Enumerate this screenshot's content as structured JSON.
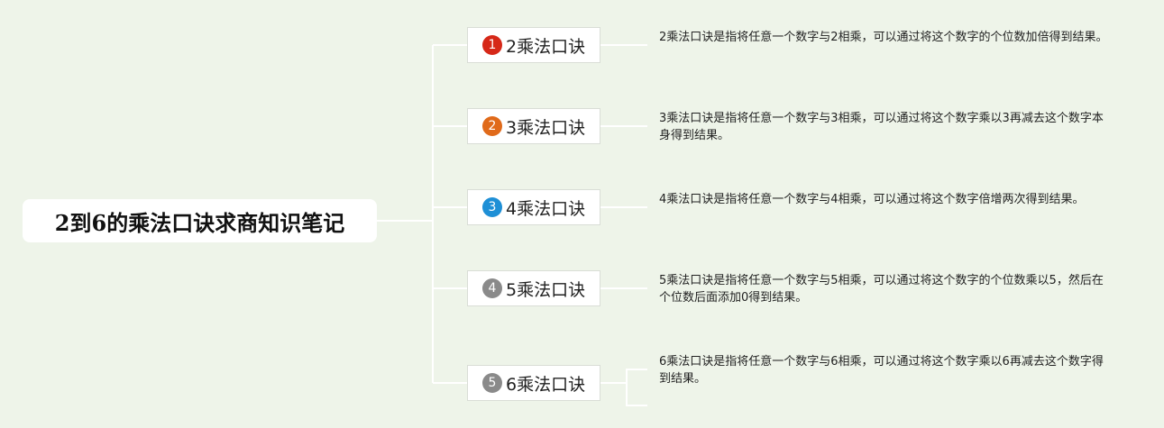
{
  "root": {
    "title": "2到6的乘法口诀求商知识笔记"
  },
  "branches": [
    {
      "number": "1",
      "label": "2乘法口诀",
      "badge_color": "#d62818",
      "description": "2乘法口诀是指将任意一个数字与2相乘，可以通过将这个数字的个位数加倍得到结果。"
    },
    {
      "number": "2",
      "label": "3乘法口诀",
      "badge_color": "#e06a1a",
      "description": "3乘法口诀是指将任意一个数字与3相乘，可以通过将这个数字乘以3再减去这个数字本身得到结果。"
    },
    {
      "number": "3",
      "label": "4乘法口诀",
      "badge_color": "#1e8fd6",
      "description": "4乘法口诀是指将任意一个数字与4相乘，可以通过将这个数字倍增两次得到结果。"
    },
    {
      "number": "4",
      "label": "5乘法口诀",
      "badge_color": "#8a8a8a",
      "description": "5乘法口诀是指将任意一个数字与5相乘，可以通过将这个数字的个位数乘以5，然后在个位数后面添加0得到结果。"
    },
    {
      "number": "5",
      "label": "6乘法口诀",
      "badge_color": "#8a8a8a",
      "description": "6乘法口诀是指将任意一个数字与6相乘，可以通过将这个数字乘以6再减去这个数字得到结果。"
    }
  ],
  "colors": {
    "background": "#eef4e9",
    "connector": "#ffffff"
  }
}
